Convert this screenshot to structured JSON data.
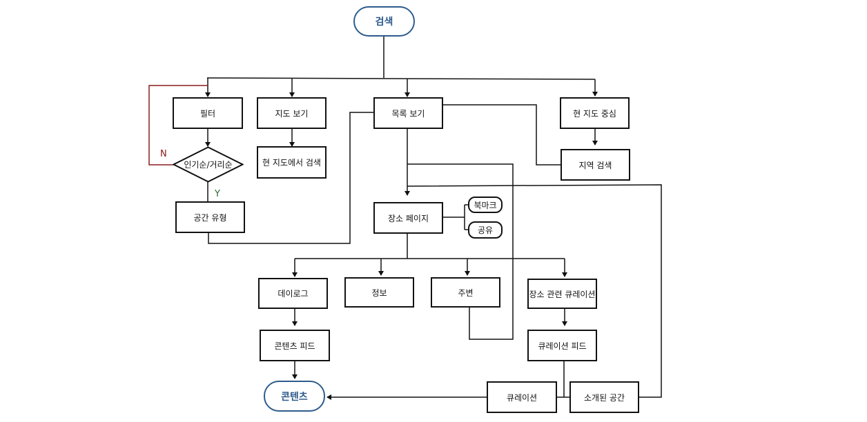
{
  "colors": {
    "line": "#111111",
    "loop": "#8b1a1a",
    "terminal": "#2d5b8c",
    "yes_label": "#2e6b2e"
  },
  "nodes": {
    "search": "검색",
    "filter": "필터",
    "map_view": "지도 보기",
    "list_view": "목록 보기",
    "current_map_center": "현 지도 중심",
    "sort_decision": "인기순/거리순",
    "search_current_map": "현 지도에서 검색",
    "region_search": "지역 검색",
    "space_type": "공간 유형",
    "place_page": "장소 페이지",
    "bookmark": "북마크",
    "share": "공유",
    "daylog": "데이로그",
    "info": "정보",
    "nearby": "주변",
    "place_curation": "장소 관련 큐레이션",
    "content_feed": "콘텐츠 피드",
    "curation_feed": "큐레이션 피드",
    "contents": "콘텐츠",
    "curation": "큐레이션",
    "introduced_space": "소개된 공간"
  },
  "labels": {
    "no": "N",
    "yes": "Y"
  }
}
